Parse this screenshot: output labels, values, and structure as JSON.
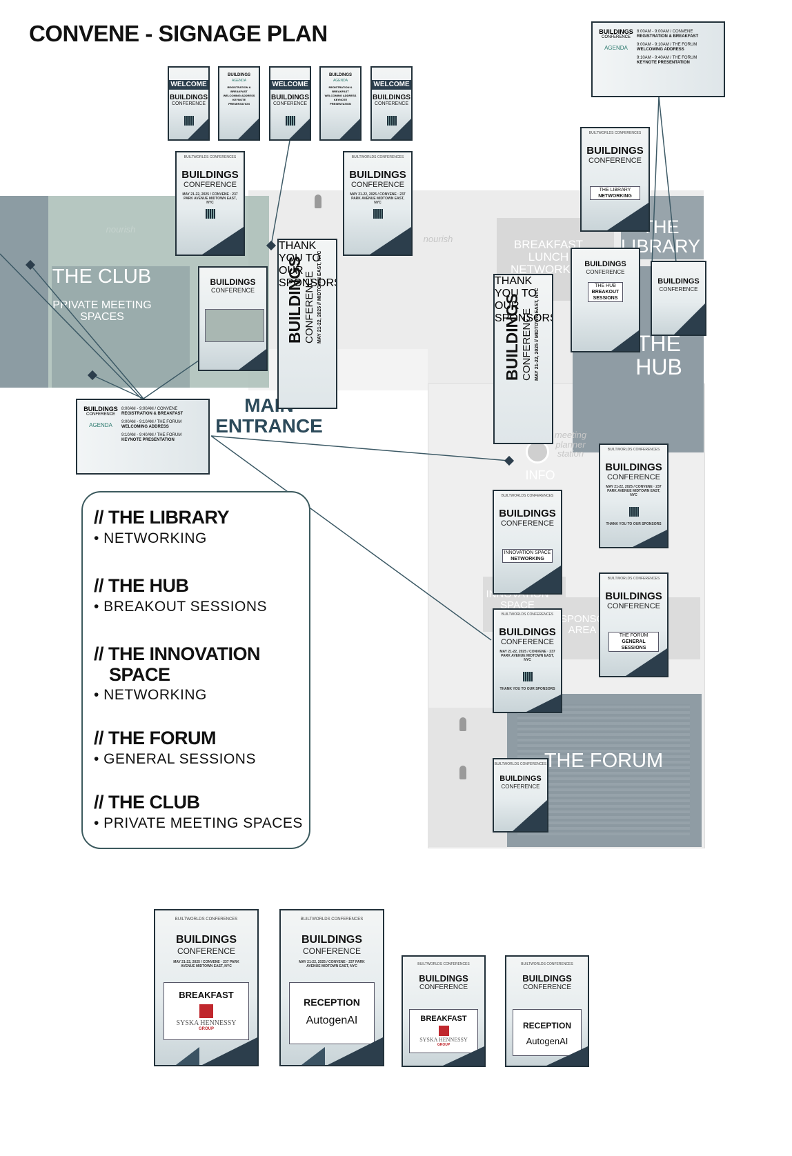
{
  "title": "CONVENE - SIGNAGE PLAN",
  "colors": {
    "accent": "#2c3e4c",
    "floor": "#eeeeee",
    "room_dark": "#8f9ca4",
    "room_green": "#a9bdb6",
    "legend_border": "#3c5a5e"
  },
  "map": {
    "rooms": {
      "club": "THE CLUB",
      "club_sub": "PRIVATE MEETING SPACES",
      "library_partial": "THE LIBRARY",
      "hub": "THE HUB",
      "breakfast": "BREAKFAST LUNCH NETWORKING",
      "main_entrance_1": "MAIN",
      "main_entrance_2": "ENTRANCE",
      "info": "INFO",
      "innovation": "INNOVATION SPACE",
      "sponsor": "SPONSOR AREA",
      "forum": "THE FORUM",
      "nourish_1": "nourish",
      "nourish_2": "nourish",
      "meeting_planner": "meeting planner station"
    }
  },
  "sign": {
    "brand": "BUILTWORLDS CONFERENCES",
    "buildings": "BUILDINGS",
    "conference": "CONFERENCE",
    "date": "MAY 21-22, 2025 / CONVENE · 237 PARK AVENUE MIDTOWN EAST, NYC",
    "welcome": "WELCOME",
    "agenda": "AGENDA",
    "thanks": "THANK YOU TO OUR SPONSORS",
    "vertical_date": "MAY 21-22, 2025 // MIDTOWN EAST, NYC",
    "agenda_items": [
      {
        "time": "8:00AM - 9:00AM / CONVENE",
        "title": "REGISTRATION & BREAKFAST"
      },
      {
        "time": "9:00AM - 9:10AM / THE FORUM",
        "title": "WELCOMING ADDRESS"
      },
      {
        "time": "9:10AM - 9:40AM / THE FORUM",
        "title": "KEYNOTE PRESENTATION"
      }
    ],
    "boxes": {
      "library": [
        "THE LIBRARY",
        "NETWORKING"
      ],
      "hub": [
        "THE HUB",
        "BREAKOUT SESSIONS"
      ],
      "innovation": [
        "INNOVATION SPACE",
        "NETWORKING"
      ],
      "forum": [
        "THE FORUM",
        "GENERAL SESSIONS"
      ]
    }
  },
  "legend": [
    {
      "heading": "// THE LIBRARY",
      "sub": "• NETWORKING"
    },
    {
      "heading": "// THE HUB",
      "sub": "• BREAKOUT SESSIONS"
    },
    {
      "heading": "// THE INNOVATION",
      "heading2": "SPACE",
      "sub": "• NETWORKING"
    },
    {
      "heading": "// THE FORUM",
      "sub": "• GENERAL SESSIONS"
    },
    {
      "heading": "// THE CLUB",
      "sub": "• PRIVATE MEETING SPACES"
    }
  ],
  "footer_signs": [
    {
      "label": "BREAKFAST",
      "sponsor": "SYSKA HENNESSY",
      "sponsor_sub": "GROUP"
    },
    {
      "label": "RECEPTION",
      "sponsor": "AutogenAI"
    },
    {
      "label": "BREAKFAST",
      "sponsor": "SYSKA HENNESSY",
      "sponsor_sub": "GROUP"
    },
    {
      "label": "RECEPTION",
      "sponsor": "AutogenAI"
    }
  ]
}
